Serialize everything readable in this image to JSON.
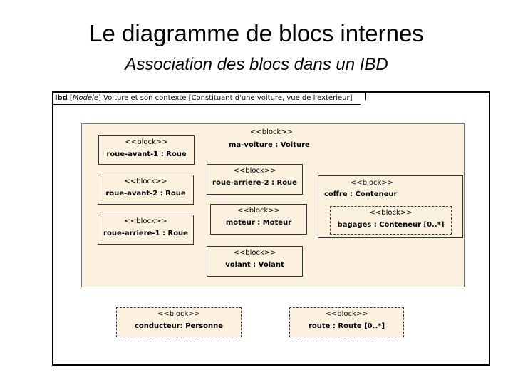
{
  "slide": {
    "title": "Le diagramme de blocs internes",
    "subtitle": "Association des blocs dans un IBD"
  },
  "frame": {
    "keyword": "ibd",
    "bracket_open": " [",
    "kind": "Modèle",
    "rest": "] Voiture et son contexte [Constituant d'une voiture, vue de l'extérieur]"
  },
  "diagram": {
    "main": {
      "stereotype": "<<block>>",
      "name": "ma-voiture : Voiture"
    },
    "parts": [
      {
        "stereotype": "<<block>>",
        "name": "roue-avant-1 : Roue"
      },
      {
        "stereotype": "<<block>>",
        "name": "roue-avant-2 : Roue"
      },
      {
        "stereotype": "<<block>>",
        "name": "roue-arriere-1 : Roue"
      },
      {
        "stereotype": "<<block>>",
        "name": "roue-arriere-2 : Roue"
      },
      {
        "stereotype": "<<block>>",
        "name": "moteur : Moteur"
      },
      {
        "stereotype": "<<block>>",
        "name": "volant : Volant"
      }
    ],
    "coffre": {
      "stereotype": "<<block>>",
      "name": "coffre : Conteneur"
    },
    "bagages": {
      "stereotype": "<<block>>",
      "name": "bagages : Conteneur [0..*]"
    },
    "conducteur": {
      "stereotype": "<<block>>",
      "name": "conducteur: Personne"
    },
    "route": {
      "stereotype": "<<block>>",
      "name": "route : Route [0..*]"
    }
  },
  "colors": {
    "block_fill": "#fbf1de",
    "border": "#333333"
  }
}
